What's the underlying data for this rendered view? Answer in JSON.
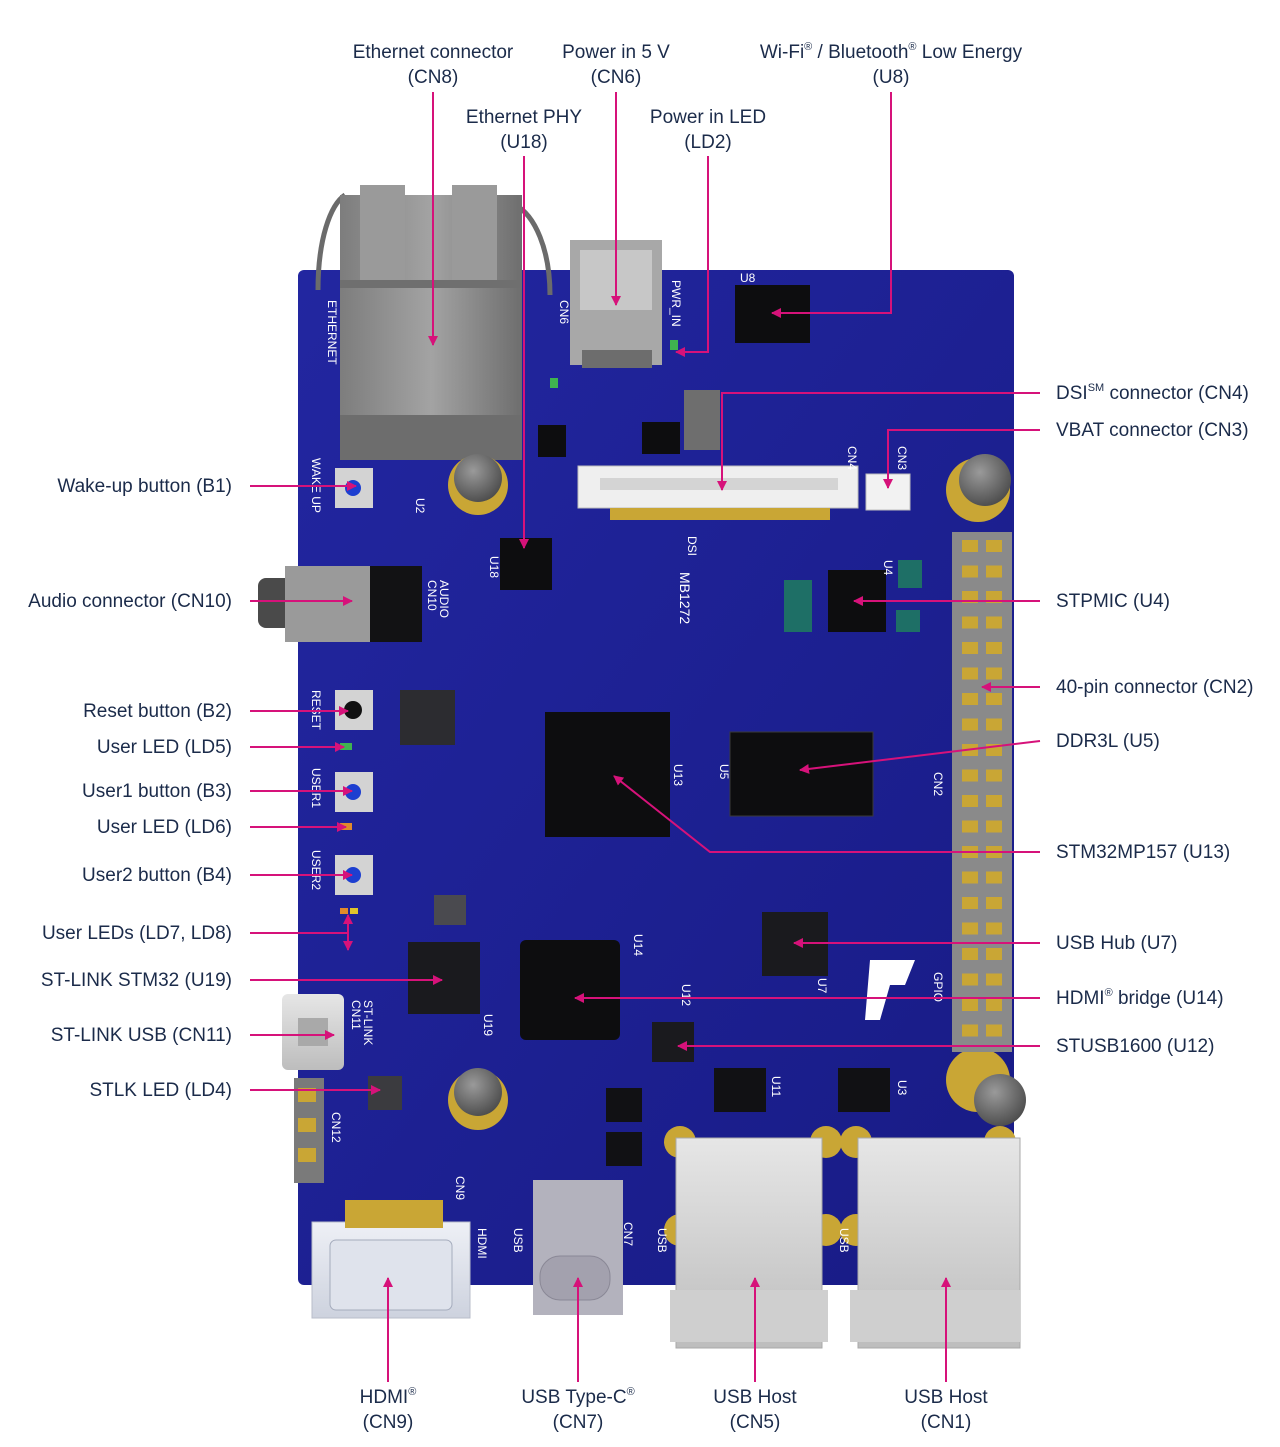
{
  "colors": {
    "pcb": "#1c1f8e",
    "pcb_dark": "#161873",
    "chip": "#0d0d0f",
    "connector_grey": "#8a8a8a",
    "leader": "#d6127a",
    "label_text": "#1b2b4a",
    "silkscreen": "#ffffff",
    "gold": "#c9a635"
  },
  "board": {
    "name": "MB1272",
    "marks": {
      "ethernet": "ETHERNET",
      "wake_up": "WAKE UP",
      "reset": "RESET",
      "user1": "USER1",
      "user2": "USER2",
      "stlink": "ST-LINK",
      "stlink_cn": "CN11",
      "audio": "AUDIO",
      "audio_cn": "CN10",
      "cn6": "CN6",
      "pwr_in": "PWR_IN",
      "cn4": "CN4",
      "cn3": "CN3",
      "dsi": "DSI",
      "cn2": "CN2",
      "gpio": "GPIO",
      "cn12": "CN12",
      "cn9": "CN9",
      "hdmi": "HDMI",
      "cn7": "CN7",
      "usb": "USB",
      "u2": "U2",
      "u4": "U4",
      "u5": "U5",
      "u7": "U7",
      "u8": "U8",
      "u13": "U13",
      "u14": "U14",
      "u18": "U18",
      "u19": "U19",
      "u3": "U3",
      "u11": "U11",
      "u12": "U12"
    }
  },
  "labels": {
    "top": {
      "eth_connector": [
        "Ethernet connector",
        "(CN8)"
      ],
      "power_in": [
        "Power in 5 V",
        "(CN6)"
      ],
      "wifi_ble": [
        "Wi-Fi",
        "®",
        " / Bluetooth",
        "®",
        " Low Energy",
        "(U8)"
      ],
      "eth_phy": [
        "Ethernet PHY",
        "(U18)"
      ],
      "power_led": [
        "Power in LED",
        "(LD2)"
      ]
    },
    "left": [
      "Wake-up button (B1)",
      "Audio connector (CN10)",
      "Reset button (B2)",
      "User LED (LD5)",
      "User1 button (B3)",
      "User LED (LD6)",
      "User2 button (B4)",
      "User LEDs (LD7, LD8)",
      "ST-LINK STM32 (U19)",
      "ST-LINK USB (CN11)",
      "STLK LED (LD4)"
    ],
    "right": {
      "dsi": [
        "DSI",
        "SM",
        " connector (CN4)"
      ],
      "vbat": "VBAT connector (CN3)",
      "stpmic": "STPMIC (U4)",
      "pin40": "40-pin connector (CN2)",
      "ddr": "DDR3L (U5)",
      "mpu": "STM32MP157 (U13)",
      "usbhub": "USB Hub (U7)",
      "hdmi_br": [
        "HDMI",
        "®",
        " bridge (U14)"
      ],
      "stusb": "STUSB1600 (U12)"
    },
    "bottom": {
      "hdmi": [
        "HDMI",
        "®",
        "(CN9)"
      ],
      "typec": [
        "USB Type-C",
        "®",
        "(CN7)"
      ],
      "cn5": [
        "USB Host",
        "(CN5)"
      ],
      "cn1": [
        "USB Host",
        "(CN1)"
      ]
    }
  }
}
